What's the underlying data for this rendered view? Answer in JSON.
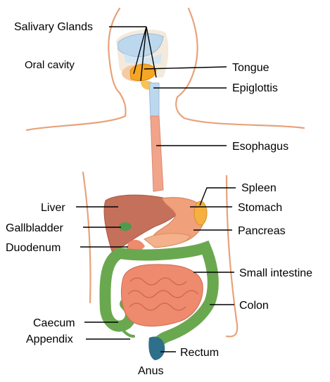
{
  "diagram": {
    "labels": {
      "salivary_glands": "Salivary Glands",
      "oral_cavity": "Oral cavity",
      "tongue": "Tongue",
      "epiglottis": "Epiglottis",
      "esophagus": "Esophagus",
      "spleen": "Spleen",
      "stomach": "Stomach",
      "liver": "Liver",
      "gallbladder": "Gallbladder",
      "pancreas": "Pancreas",
      "duodenum": "Duodenum",
      "small_intestine": "Small intestine",
      "colon": "Colon",
      "caecum": "Caecum",
      "appendix": "Appendix",
      "rectum": "Rectum",
      "anus": "Anus"
    },
    "colors": {
      "body_outline": "#e8a27a",
      "liver": "#c5705a",
      "stomach": "#f0a07a",
      "spleen": "#f5b041",
      "small_intestine": "#ee8a6e",
      "colon": "#6aa84f",
      "esophagus": "#f2a48a",
      "nasal": "#bcd8ee",
      "rectum": "#2e6f8a"
    }
  }
}
